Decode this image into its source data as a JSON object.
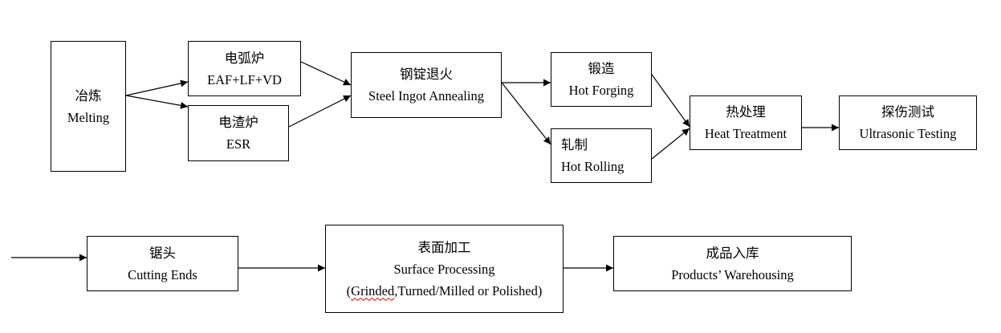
{
  "diagram": {
    "row1": {
      "melting": {
        "zh": "冶炼",
        "en": "Melting"
      },
      "eaf": {
        "zh": "电弧炉",
        "en": "EAF+LF+VD"
      },
      "esr": {
        "zh": "电渣炉",
        "en": "ESR"
      },
      "annealing": {
        "zh": "钢锭退火",
        "en": "Steel Ingot Annealing"
      },
      "forging": {
        "zh": "锻造",
        "en": "Hot Forging"
      },
      "rolling": {
        "zh": "轧制",
        "en": "Hot Rolling"
      },
      "heat": {
        "zh": "热处理",
        "en": "Heat Treatment"
      },
      "ultrasonic": {
        "zh": "探伤测试",
        "en": "Ultrasonic Testing"
      }
    },
    "row2": {
      "cutting": {
        "zh": "锯头",
        "en": "Cutting Ends"
      },
      "surface": {
        "zh": "表面加工",
        "en": "Surface Processing",
        "detail_open": "(",
        "detail_word": "Grinded",
        "detail_rest": ",Turned/Milled or Polished)"
      },
      "warehouse": {
        "zh": "成品入库",
        "en": "Products’ Warehousing"
      }
    },
    "colors": {
      "line": "#000000",
      "background": "#ffffff",
      "spellcheck_underline": "#d00000"
    }
  }
}
